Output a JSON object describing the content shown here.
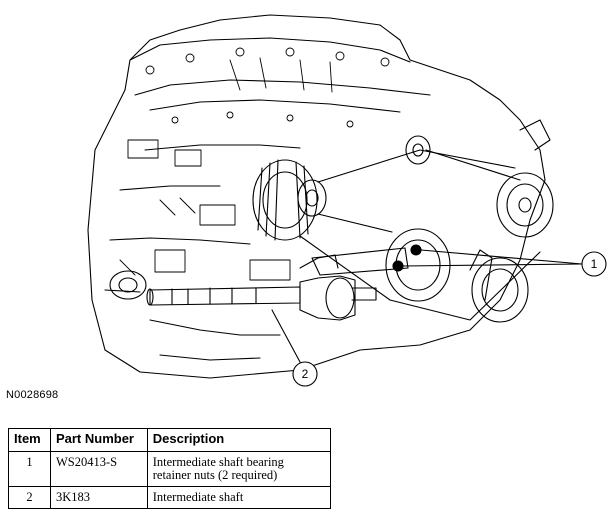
{
  "figure": {
    "id": "N0028698",
    "callouts": [
      {
        "number": "1",
        "points_to": "intermediate-shaft-bearing-retainer-nuts"
      },
      {
        "number": "2",
        "points_to": "intermediate-shaft"
      }
    ]
  },
  "parts_table": {
    "headers": {
      "item": "Item",
      "part_number": "Part Number",
      "description": "Description"
    },
    "rows": [
      {
        "item": "1",
        "part_number": "WS20413-S",
        "description_line1": "Intermediate shaft bearing",
        "description_line2": "retainer nuts (2 required)"
      },
      {
        "item": "2",
        "part_number": "3K183",
        "description_line1": "Intermediate shaft",
        "description_line2": ""
      }
    ]
  }
}
